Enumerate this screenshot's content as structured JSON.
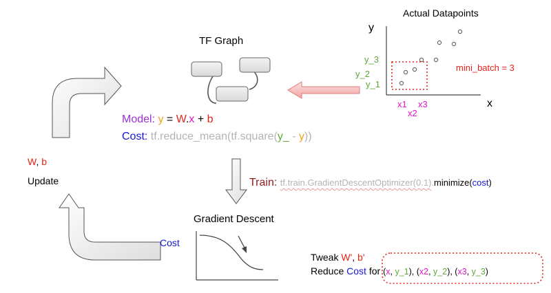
{
  "graph": {
    "title": "TF Graph"
  },
  "datapoints": {
    "title": "Actual Datapoints",
    "y_axis": "y",
    "x_axis": "x",
    "y_labels": [
      "y_3",
      "y_2",
      "y_1"
    ],
    "x_labels": [
      "x1",
      "x2",
      "x3"
    ],
    "mini_batch": "mini_batch = 3"
  },
  "model": {
    "label": "Model:",
    "y": "y",
    "eq": " = ",
    "W": "W",
    "dot": ".",
    "x": "x",
    "plus": " + ",
    "b": "b"
  },
  "cost": {
    "label": "Cost:",
    "reduce_mean": "tf.reduce_mean(",
    "square": "tf.square(",
    "y_": "y_",
    "minus": " - ",
    "y": "y",
    "close": "))"
  },
  "train": {
    "label": "Train:",
    "optimizer": "tf.train.GradientDescentOptimizer(0.1)",
    "dot": ".",
    "minimize": "minimize(",
    "cost": "cost",
    "close": ")"
  },
  "loop": {
    "wb_W": "W",
    "wb_comma": ", ",
    "wb_b": "b",
    "update": "Update"
  },
  "gradient": {
    "title": "Gradient Descent",
    "cost_axis": "Cost"
  },
  "tweak": {
    "prefix": "Tweak ",
    "W": "W'",
    "comma": ", ",
    "b": "b'",
    "reduce_prefix": "Reduce ",
    "cost": "Cost",
    "for": " for ",
    "pairs": [
      {
        "x": "x",
        "y": "y_1"
      },
      {
        "x": "x2",
        "y": "y_2"
      },
      {
        "x": "x3",
        "y": "y_3"
      }
    ]
  },
  "colors": {
    "purple": "#9b2fd6",
    "orange": "#f2a221",
    "red": "#e3241a",
    "blue": "#1515d6",
    "gray": "#b4b4b4",
    "green": "#5fa83a",
    "maroon": "#8e1a1a",
    "magenta": "#e016c9"
  }
}
